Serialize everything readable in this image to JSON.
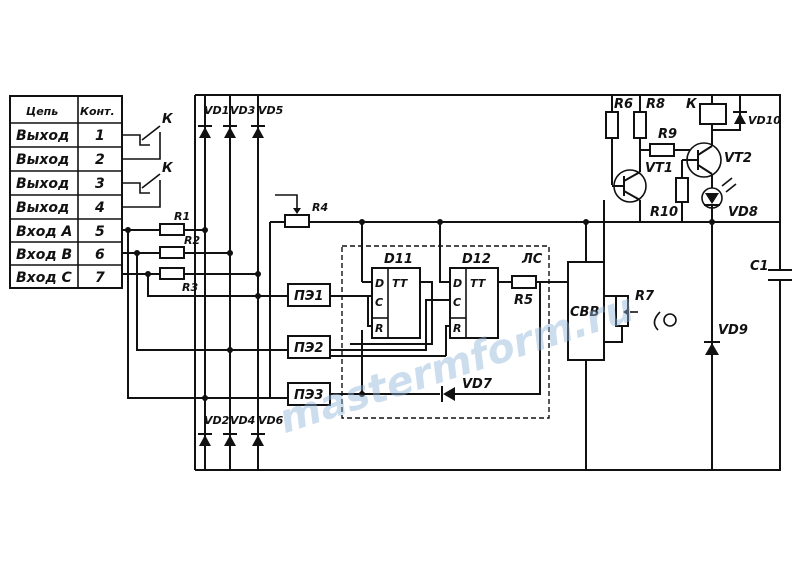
{
  "table": {
    "header": [
      "Цепь",
      "Конт."
    ],
    "rows": [
      {
        "name": "Выход",
        "contact": "1"
      },
      {
        "name": "Выход",
        "contact": "2"
      },
      {
        "name": "Выход",
        "contact": "3"
      },
      {
        "name": "Выход",
        "contact": "4"
      },
      {
        "name": "Вход А",
        "contact": "5"
      },
      {
        "name": "Вход В",
        "contact": "6"
      },
      {
        "name": "Вход С",
        "contact": "7"
      }
    ]
  },
  "relay_contact_label": "К",
  "relay_label": "К",
  "labels": {
    "vd1": "VD1",
    "vd3": "VD3",
    "vd5": "VD5",
    "vd2": "VD2",
    "vd4": "VD4",
    "vd6": "VD6",
    "vd7": "VD7",
    "vd8": "VD8",
    "vd9": "VD9",
    "vd10": "VD10",
    "r1": "R1",
    "r2": "R2",
    "r3": "R3",
    "r4": "R4",
    "r5": "R5",
    "r6": "R6",
    "r7": "R7",
    "r8": "R8",
    "r9": "R9",
    "r10": "R10",
    "vt1": "VT1",
    "vt2": "VT2",
    "c1": "C1",
    "pe1": "ПЭ1",
    "pe2": "ПЭ2",
    "pe3": "ПЭ3",
    "d11": "D11",
    "d12": "D12",
    "ls": "ЛС",
    "svv": "СВВ",
    "pin_d": "D",
    "pin_c": "C",
    "pin_r": "R",
    "pin_tt": "TT"
  },
  "watermark": "mastermform.ru"
}
